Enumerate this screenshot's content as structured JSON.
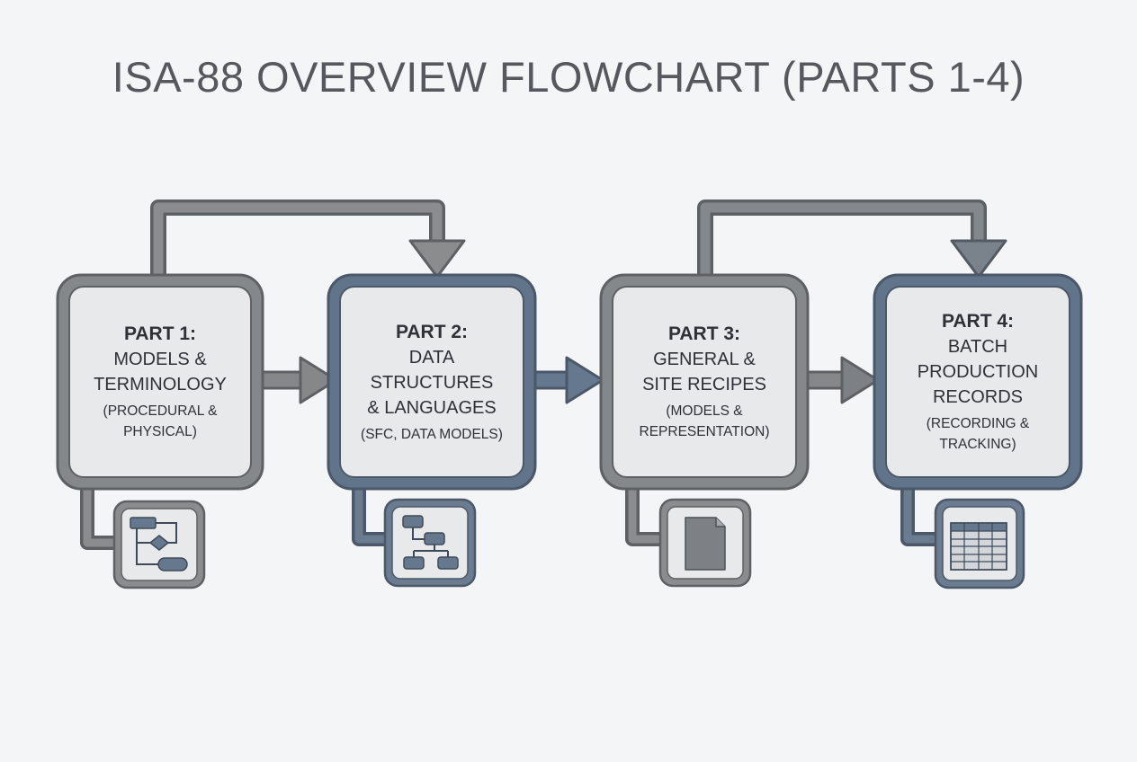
{
  "title": "ISA-88 OVERVIEW FLOWCHART (PARTS 1-4)",
  "colors": {
    "gray_border": "#7d7f80",
    "blue_border": "#5a6d84",
    "box_fill": "#e7e9eb",
    "background": "#f4f5f6",
    "text": "#2e3237"
  },
  "parts": [
    {
      "part": "PART 1:",
      "main": "MODELS &\nTERMINOLOGY",
      "sub": "(PROCEDURAL &\nPHYSICAL)",
      "icon": "flowchart-icon",
      "border": "gray"
    },
    {
      "part": "PART 2:",
      "main": "DATA\nSTRUCTURES\n& LANGUAGES",
      "sub": "(SFC, DATA MODELS)",
      "icon": "hierarchy-icon",
      "border": "blue"
    },
    {
      "part": "PART 3:",
      "main": "GENERAL &\nSITE RECIPES",
      "sub": "(MODELS &\nREPRESENTATION)",
      "icon": "document-icon",
      "border": "gray"
    },
    {
      "part": "PART 4:",
      "main": "BATCH\nPRODUCTION\nRECORDS",
      "sub": "(RECORDING &\nTRACKING)",
      "icon": "table-icon",
      "border": "blue"
    }
  ]
}
